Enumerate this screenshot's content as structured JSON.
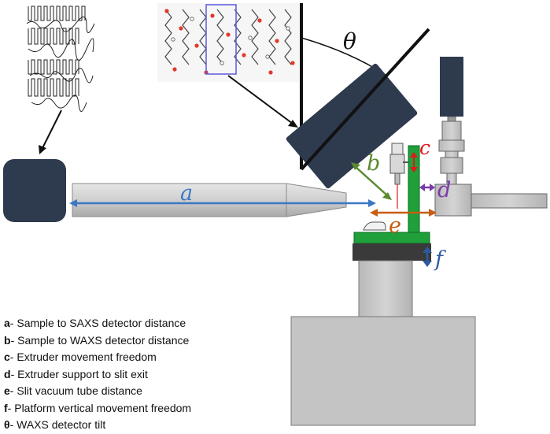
{
  "figure": {
    "labels": {
      "a": "a",
      "b": "b",
      "c": "c",
      "d": "d",
      "e": "e",
      "f": "f",
      "theta": "θ"
    },
    "colors": {
      "detector": "#2e3a4d",
      "tube": "#c9c9c9",
      "support_green": "#1fa03a",
      "arrow_a": "#3b78c4",
      "arrow_b": "#5a8a2f",
      "arrow_c": "#e0191c",
      "arrow_d": "#7a3aa8",
      "arrow_e": "#c85d12",
      "arrow_f": "#2c5aa0",
      "base_gray": "#c4c4c4"
    }
  },
  "legend": [
    {
      "key": "a",
      "sep": "- ",
      "text": "Sample to SAXS detector distance"
    },
    {
      "key": "b",
      "sep": "- ",
      "text": "Sample to WAXS detector distance"
    },
    {
      "key": "c",
      "sep": "- ",
      "text": "Extruder movement freedom"
    },
    {
      "key": "d",
      "sep": "- ",
      "text": "Extruder support to slit exit"
    },
    {
      "key": "e",
      "sep": "- ",
      "text": "Slit vacuum tube distance"
    },
    {
      "key": "f",
      "sep": "- ",
      "text": "Platform vertical movement freedom"
    },
    {
      "key": "θ",
      "sep": "- ",
      "text": "WAXS detector tilt"
    }
  ]
}
